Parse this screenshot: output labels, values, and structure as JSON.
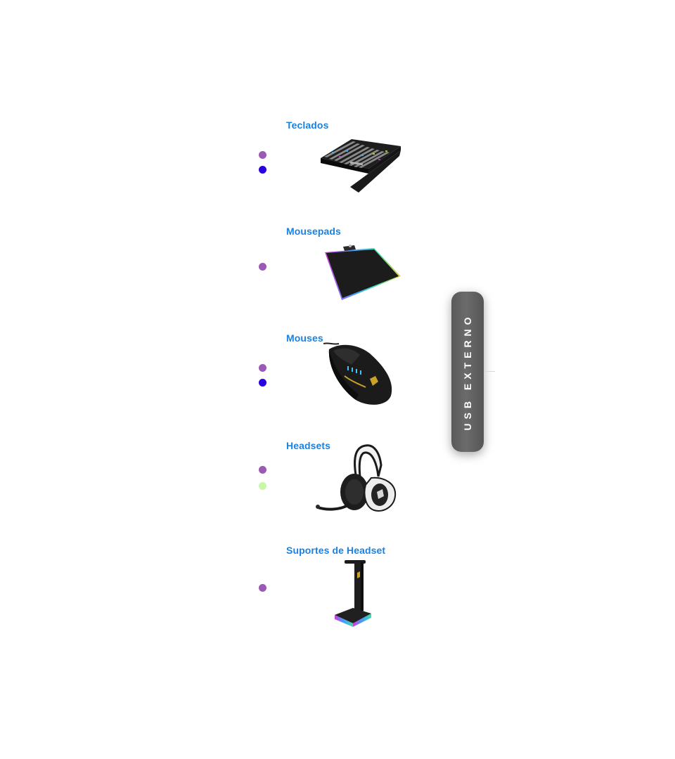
{
  "categories": [
    {
      "label": "Teclados",
      "icon": "keyboard-icon",
      "dot_colors": [
        "#9b59b6",
        "#2b00e0"
      ]
    },
    {
      "label": "Mousepads",
      "icon": "mousepad-icon",
      "dot_colors": [
        "#9b59b6"
      ]
    },
    {
      "label": "Mouses",
      "icon": "mouse-icon",
      "dot_colors": [
        "#9b59b6",
        "#2b00e0"
      ]
    },
    {
      "label": "Headsets",
      "icon": "headset-icon",
      "dot_colors": [
        "#9b59b6",
        "#c8f7a8"
      ]
    },
    {
      "label": "Suportes de Headset",
      "icon": "headset-stand-icon",
      "dot_colors": [
        "#9b59b6"
      ]
    }
  ],
  "usb_tab": {
    "label": "USB EXTERNO",
    "color": "#5f5f5f"
  },
  "colors": {
    "accent": "#1a82e2",
    "text_on_dark": "#ffffff"
  }
}
